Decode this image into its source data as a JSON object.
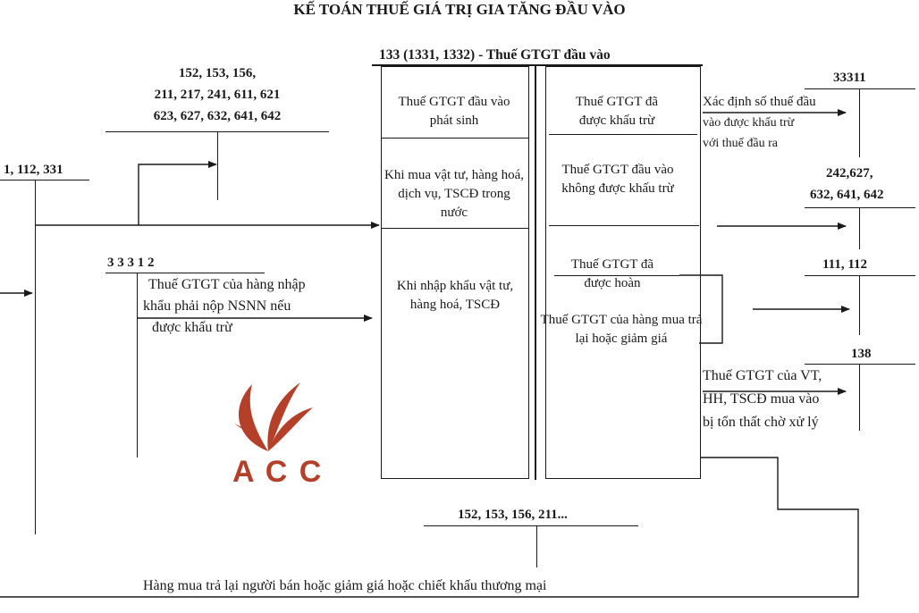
{
  "title": "KẾ TOÁN THUẾ GIÁ TRỊ GIA TĂNG ĐẦU VÀO",
  "center_account": "133 (1331, 1332) - Thuế GTGT đầu vào",
  "accounts": {
    "source_left": "1, 112, 331",
    "materials": [
      "152, 153, 156,",
      "211, 217, 241, 611, 621",
      "623, 627, 632, 641, 642"
    ],
    "import_vat": "3 3 3 1 2",
    "output_vat": "33311",
    "expense": [
      "242,627,",
      "632, 641, 642"
    ],
    "cash": "111, 112",
    "receivable": "138",
    "bottom": "152, 153, 156, 211..."
  },
  "debit_side": [
    "Thuế GTGT đầu vào phát sinh",
    "Khi mua vật tư, hàng hoá, dịch vụ, TSCĐ trong nước",
    "Khi nhập khẩu vật tư, hàng hoá, TSCĐ"
  ],
  "credit_side": [
    "Thuế GTGT đã được khấu trừ",
    "Thuế GTGT đầu vào không được khấu trừ",
    "Thuế GTGT đã được hoàn",
    "Thuế GTGT của hàng mua trả lại hoặc giảm giá"
  ],
  "notes": {
    "import_note": [
      "Thuế GTGT của hàng nhập",
      "khẩu phải nộp NSNN nếu",
      "được khấu trừ"
    ],
    "offset_note": [
      "Xác định số thuế đầu",
      "vào được khấu trừ",
      "với thuế đầu ra"
    ],
    "loss_note": [
      "Thuế GTGT của VT,",
      "HH, TSCĐ mua vào",
      "bị tổn thất chờ xử lý"
    ],
    "bottom_note": "Hàng mua trả lại người bán hoặc giảm giá hoặc chiết khấu thương mại"
  },
  "logo": {
    "text": "A C C",
    "color": "#b5402a"
  }
}
